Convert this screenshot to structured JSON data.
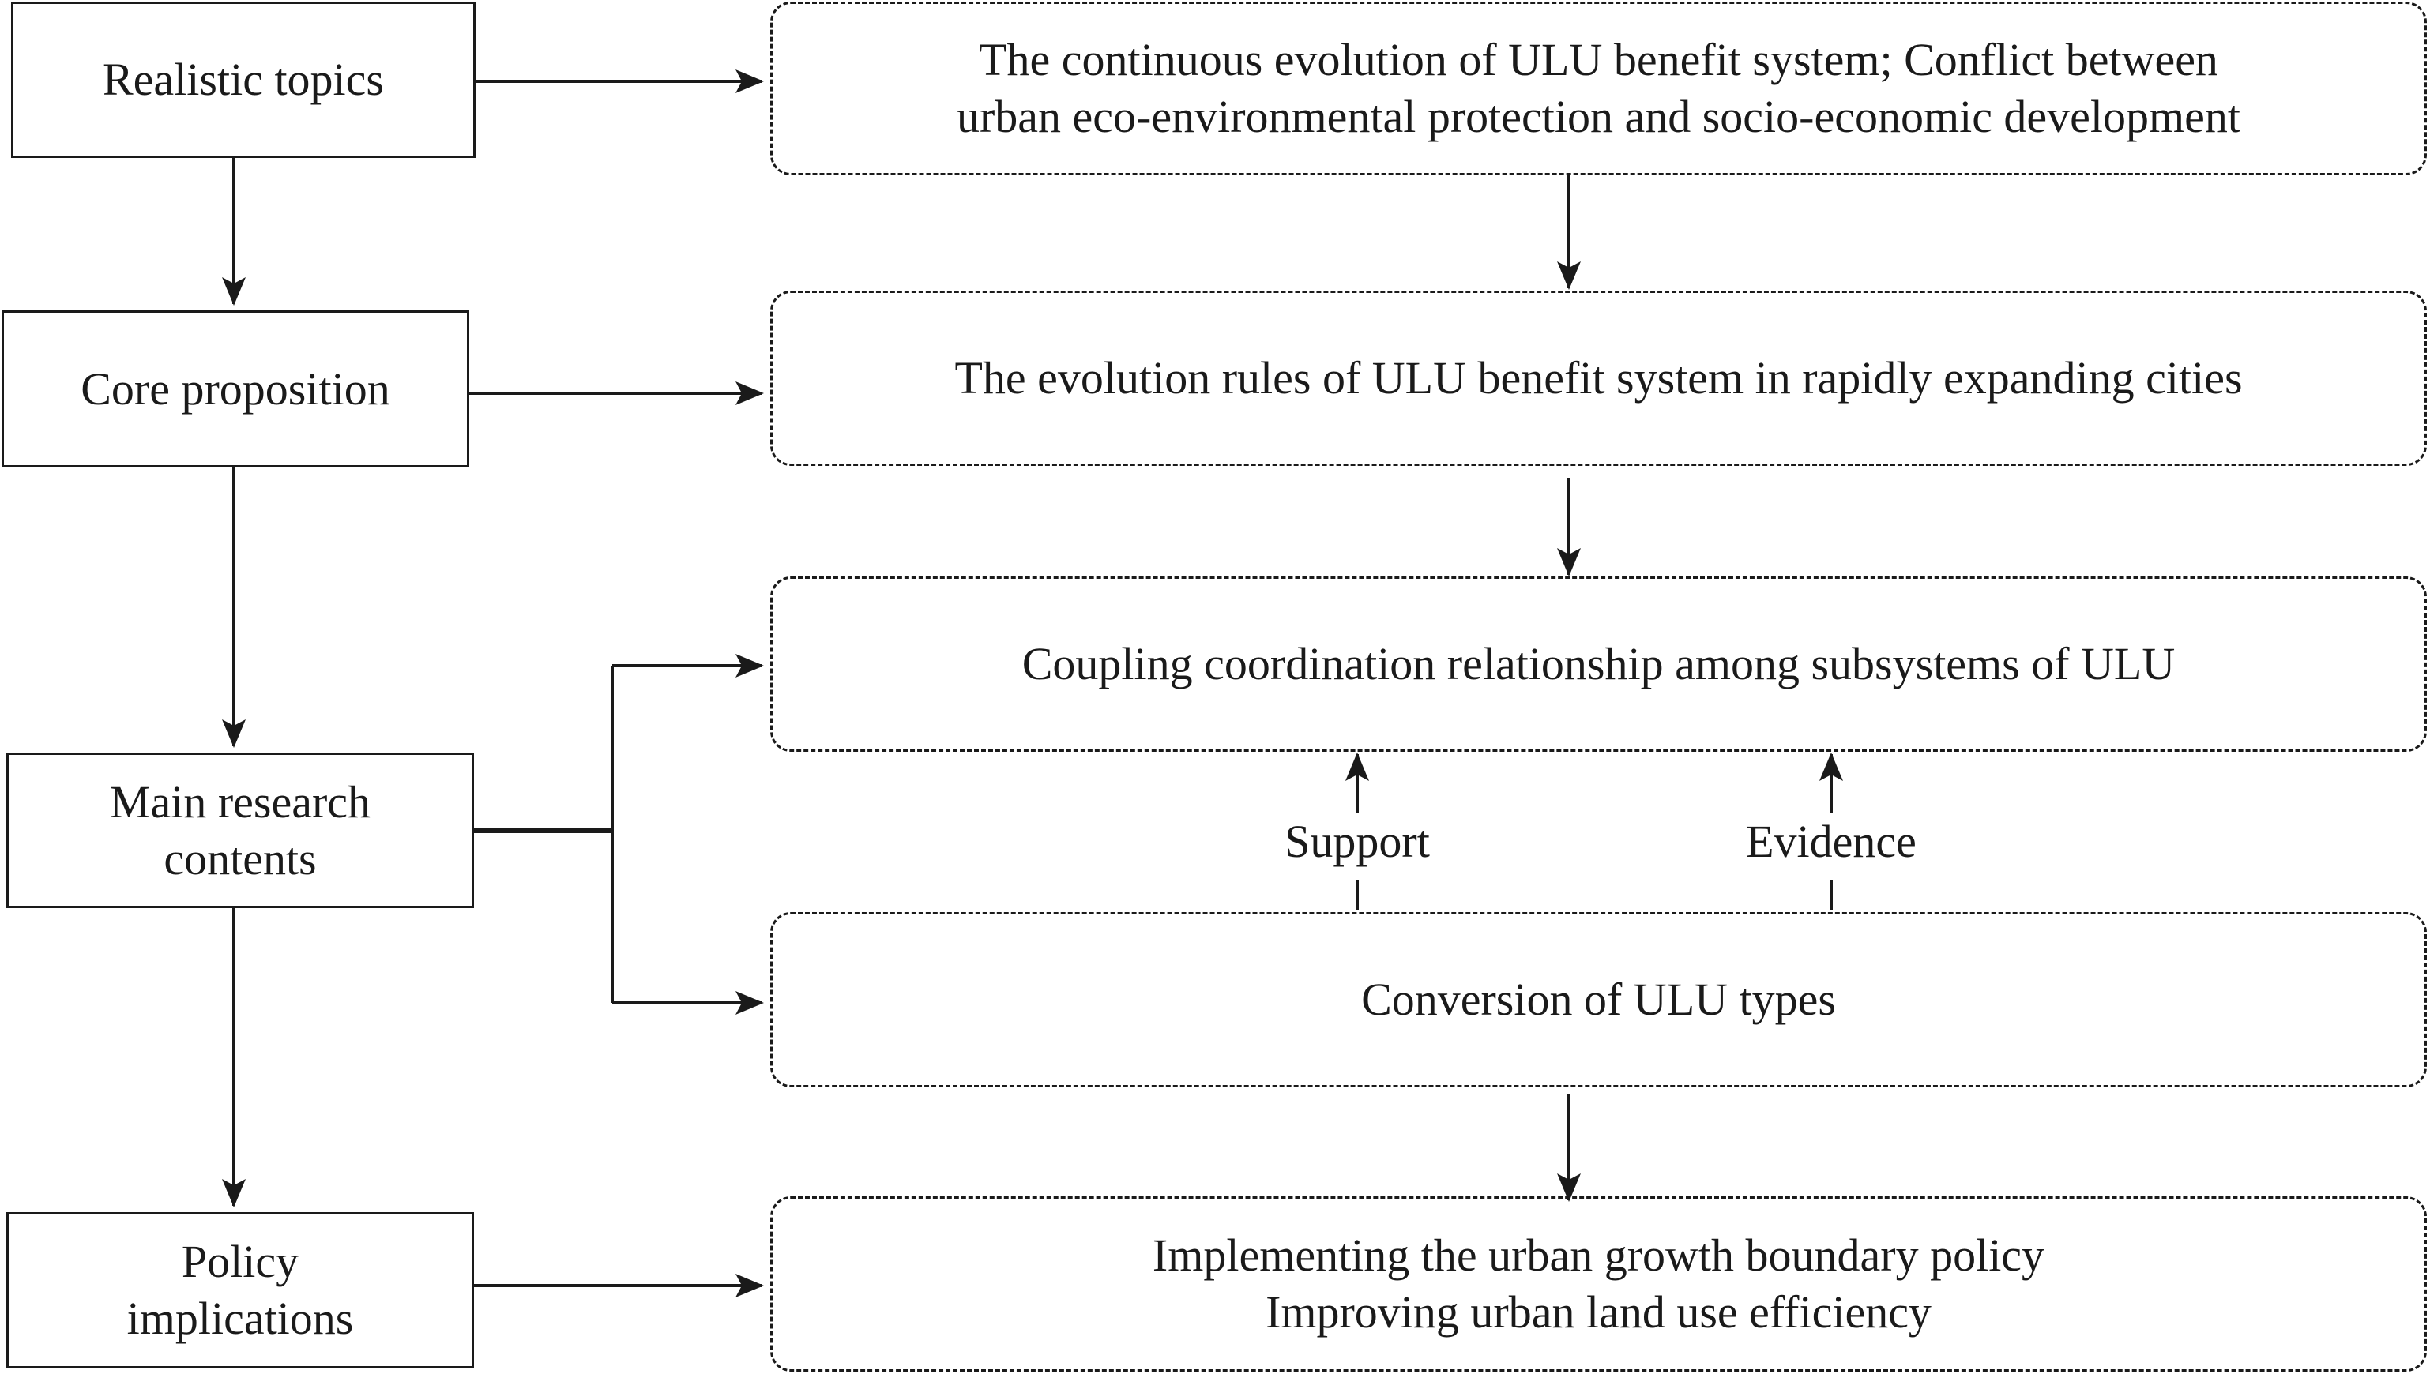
{
  "left_column": {
    "realistic_topics": "Realistic topics",
    "core_proposition": "Core proposition",
    "main_research_contents": "Main research contents",
    "policy_implications": "Policy implications"
  },
  "right_column": {
    "box1_line1": "The continuous evolution of ULU benefit system; Conflict between",
    "box1_line2": "urban eco-environmental protection and socio-economic development",
    "box2": "The evolution rules of ULU benefit system in rapidly expanding cities",
    "box3": "Coupling coordination relationship among subsystems of ULU",
    "box4": "Conversion of ULU types",
    "box5_line1": "Implementing the urban growth boundary policy",
    "box5_line2": "Improving urban land use efficiency"
  },
  "connector_labels": {
    "support": "Support",
    "evidence": "Evidence"
  }
}
